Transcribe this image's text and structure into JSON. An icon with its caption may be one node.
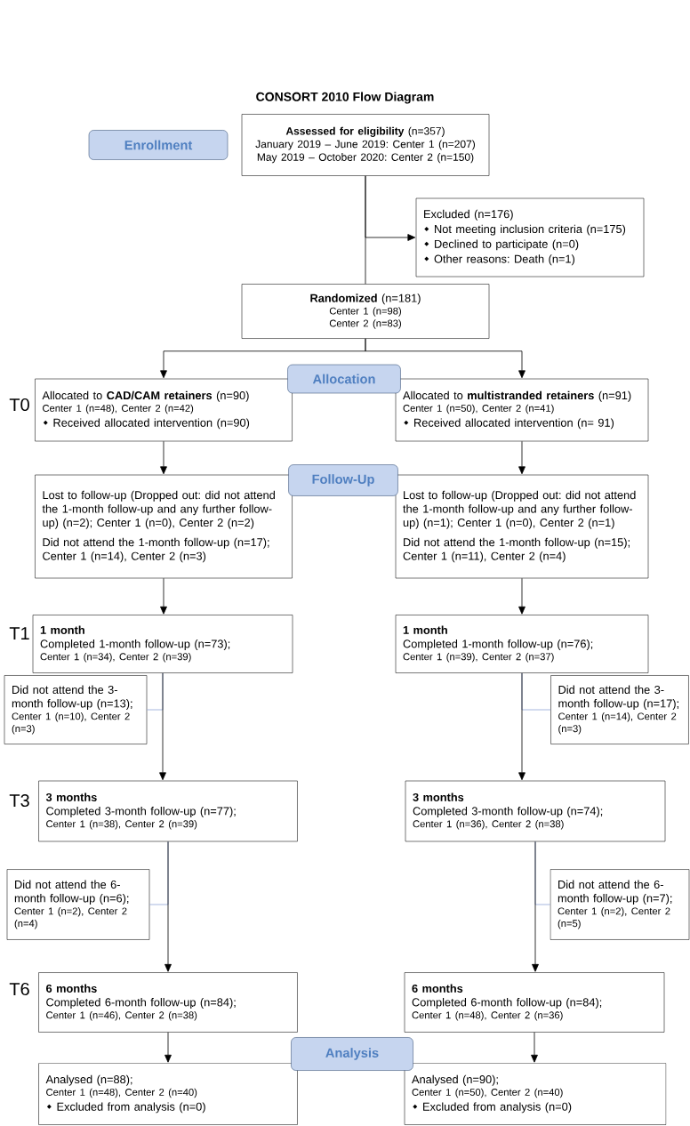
{
  "diagram": {
    "title": "CONSORT 2010 Flow Diagram",
    "nodes": [
      {
        "text": [
          "**Assessed for eligibility** (n=357)",
          "January 2019 – June 2019: Center 1 (n=207)",
          "May 2019 – October 2020: Center 2 (n=150)"
        ]
      },
      {
        "text": [
          "Enrollment"
        ]
      },
      {
        "text": [
          "Excluded (n=176)",
          "Not meeting inclusion criteria (n=175)",
          "Declined to participate (n=0)",
          "Other reasons: Death (n=1)"
        ]
      },
      {
        "text": [
          "**Randomized** (n=181)",
          "Center 1 (n=98)",
          "Center 2 (n=83)"
        ]
      },
      {
        "text": [
          "Allocation"
        ]
      },
      {
        "text": [
          "Allocated to **CAD/CAM retainers** (n=90)",
          "Center 1 (n=48), Center 2 (n=42)",
          "Received allocated intervention (n=90)"
        ]
      },
      {
        "text": [
          "Allocated to **multistranded retainers** (n=91)",
          "Center 1 (n=50), Center 2 (n=41)",
          "Received allocated intervention (n= 91)"
        ]
      },
      {
        "text": [
          "Follow-Up"
        ]
      },
      {
        "text": [
          "Lost to follow-up (Dropped out: did not attend the 1-month follow-up and any further follow-up) (n=2); Center 1 (n=0), Center 2 (n=2)",
          "Did not attend the 1-month follow-up (n=17); Center 1 (n=14), Center 2 (n=3)"
        ]
      },
      {
        "text": [
          "Lost to follow-up (Dropped out: did not attend the 1-month follow-up and any further follow-up) (n=1); Center 1 (n=0), Center 2 (n=1)",
          "Did not attend the 1-month follow-up (n=15); Center 1 (n=11), Center 2 (n=4)"
        ]
      },
      {
        "text": [
          "1 month",
          "Completed 1-month follow-up (n=73);",
          "Center 1 (n=34), Center 2 (n=39)"
        ]
      },
      {
        "text": [
          "1 month",
          "Completed 1-month follow-up (n=76);",
          "Center 1 (n=39), Center 2 (n=37)"
        ]
      },
      {
        "text": [
          "Did not attend the 3-month follow-up (n=13);",
          "Center 1 (n=10), Center 2 (n=3)"
        ]
      },
      {
        "text": [
          "Did not attend the 3-month follow-up (n=17);",
          "Center 1 (n=14), Center 2 (n=3)"
        ]
      },
      {
        "text": [
          "3 months",
          "Completed 3-month follow-up (n=77);",
          "Center 1 (n=38), Center 2 (n=39)"
        ]
      },
      {
        "text": [
          "3 months",
          "Completed 3-month follow-up (n=74);",
          "Center 1 (n=36), Center 2 (n=38)"
        ]
      },
      {
        "text": [
          "Did not attend the 6-month follow-up (n=6);",
          "Center 1 (n=2), Center 2 (n=4)"
        ]
      },
      {
        "text": [
          "Did not attend the 6-month follow-up (n=7);",
          "Center 1 (n=2), Center 2 (n=5)"
        ]
      },
      {
        "text": [
          "6 months",
          "Completed 6-month follow-up (n=84);",
          "Center 1 (n=46), Center 2 (n=38)"
        ]
      },
      {
        "text": [
          "6 months",
          "Completed 6-month follow-up (n=84);",
          "Center 1 (n=48), Center 2 (n=36)"
        ]
      },
      {
        "text": [
          "Analysis"
        ]
      },
      {
        "text": [
          "Analysed (n=88);",
          "Center 1 (n=48), Center 2 (n=40)",
          "Excluded from analysis (n=0)"
        ]
      },
      {
        "text": [
          "Analysed (n=90);",
          "Center 1 (n=50), Center 2 (n=40)",
          "Excluded from analysis (n=0)"
        ]
      }
    ],
    "edges": [
      {
        "from": 0,
        "to": 3,
        "arrow": "none"
      },
      {
        "from": 0,
        "to": 2,
        "arrow": "to"
      },
      {
        "from": 3,
        "to": 5,
        "arrow": "to"
      },
      {
        "from": 3,
        "to": 6,
        "arrow": "to"
      },
      {
        "from": 5,
        "to": 8,
        "arrow": "to"
      },
      {
        "from": 6,
        "to": 9,
        "arrow": "to"
      },
      {
        "from": 8,
        "to": 10,
        "arrow": "to"
      },
      {
        "from": 9,
        "to": 11,
        "arrow": "to"
      },
      {
        "from": 10,
        "to": 14,
        "arrow": "to"
      },
      {
        "from": 11,
        "to": 15,
        "arrow": "to"
      },
      {
        "from": 10,
        "to": 12,
        "arrow": "none",
        "color": "#8fa3d6"
      },
      {
        "from": 11,
        "to": 13,
        "arrow": "none",
        "color": "#8fa3d6"
      },
      {
        "from": 14,
        "to": 18,
        "arrow": "to"
      },
      {
        "from": 15,
        "to": 19,
        "arrow": "to"
      },
      {
        "from": 14,
        "to": 16,
        "arrow": "none",
        "color": "#8fa3d6"
      },
      {
        "from": 15,
        "to": 17,
        "arrow": "none",
        "color": "#8fa3d6"
      },
      {
        "from": 18,
        "to": 21,
        "arrow": "to"
      },
      {
        "from": 19,
        "to": 22,
        "arrow": "to"
      }
    ],
    "labels": [
      "T0",
      "T1",
      "T3",
      "T6"
    ]
  }
}
